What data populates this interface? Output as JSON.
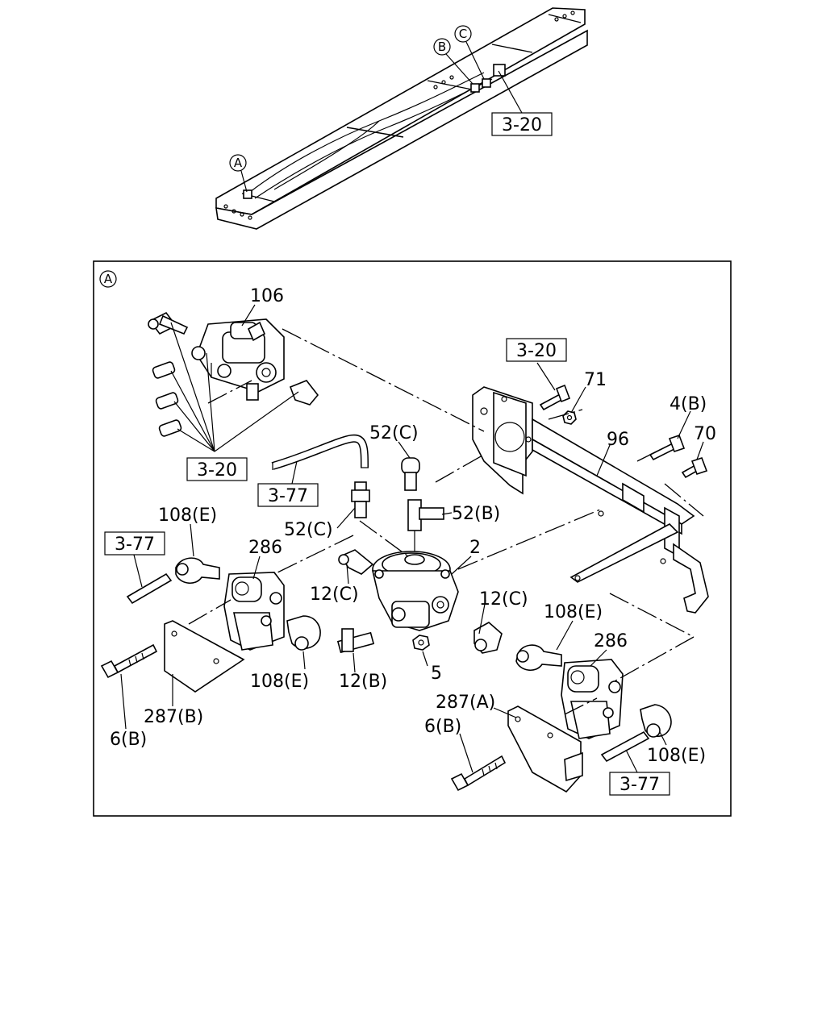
{
  "callouts": {
    "a_top": "A",
    "b": "B",
    "c": "C",
    "a_detail": "A"
  },
  "refs": {
    "ref_top_3_20": "3-20",
    "ref_3_20_left": "3-20",
    "ref_3_20_right": "3-20",
    "ref_3_77_hose": "3-77",
    "ref_3_77_left": "3-77",
    "ref_3_77_right": "3-77"
  },
  "parts": {
    "p106": "106",
    "p71": "71",
    "p4b": "4(B)",
    "p70": "70",
    "p96": "96",
    "p52c_top": "52(C)",
    "p52c_mid": "52(C)",
    "p52b": "52(B)",
    "p108e_tl": "108(E)",
    "p286_left": "286",
    "p2": "2",
    "p12c_left": "12(C)",
    "p12c_right": "12(C)",
    "p108e_right_top": "108(E)",
    "p286_right": "286",
    "p108e_bl": "108(E)",
    "p12b": "12(B)",
    "p5": "5",
    "p287a": "287(A)",
    "p6b_right": "6(B)",
    "p287b": "287(B)",
    "p6b_left": "6(B)",
    "p108e_br": "108(E)"
  }
}
